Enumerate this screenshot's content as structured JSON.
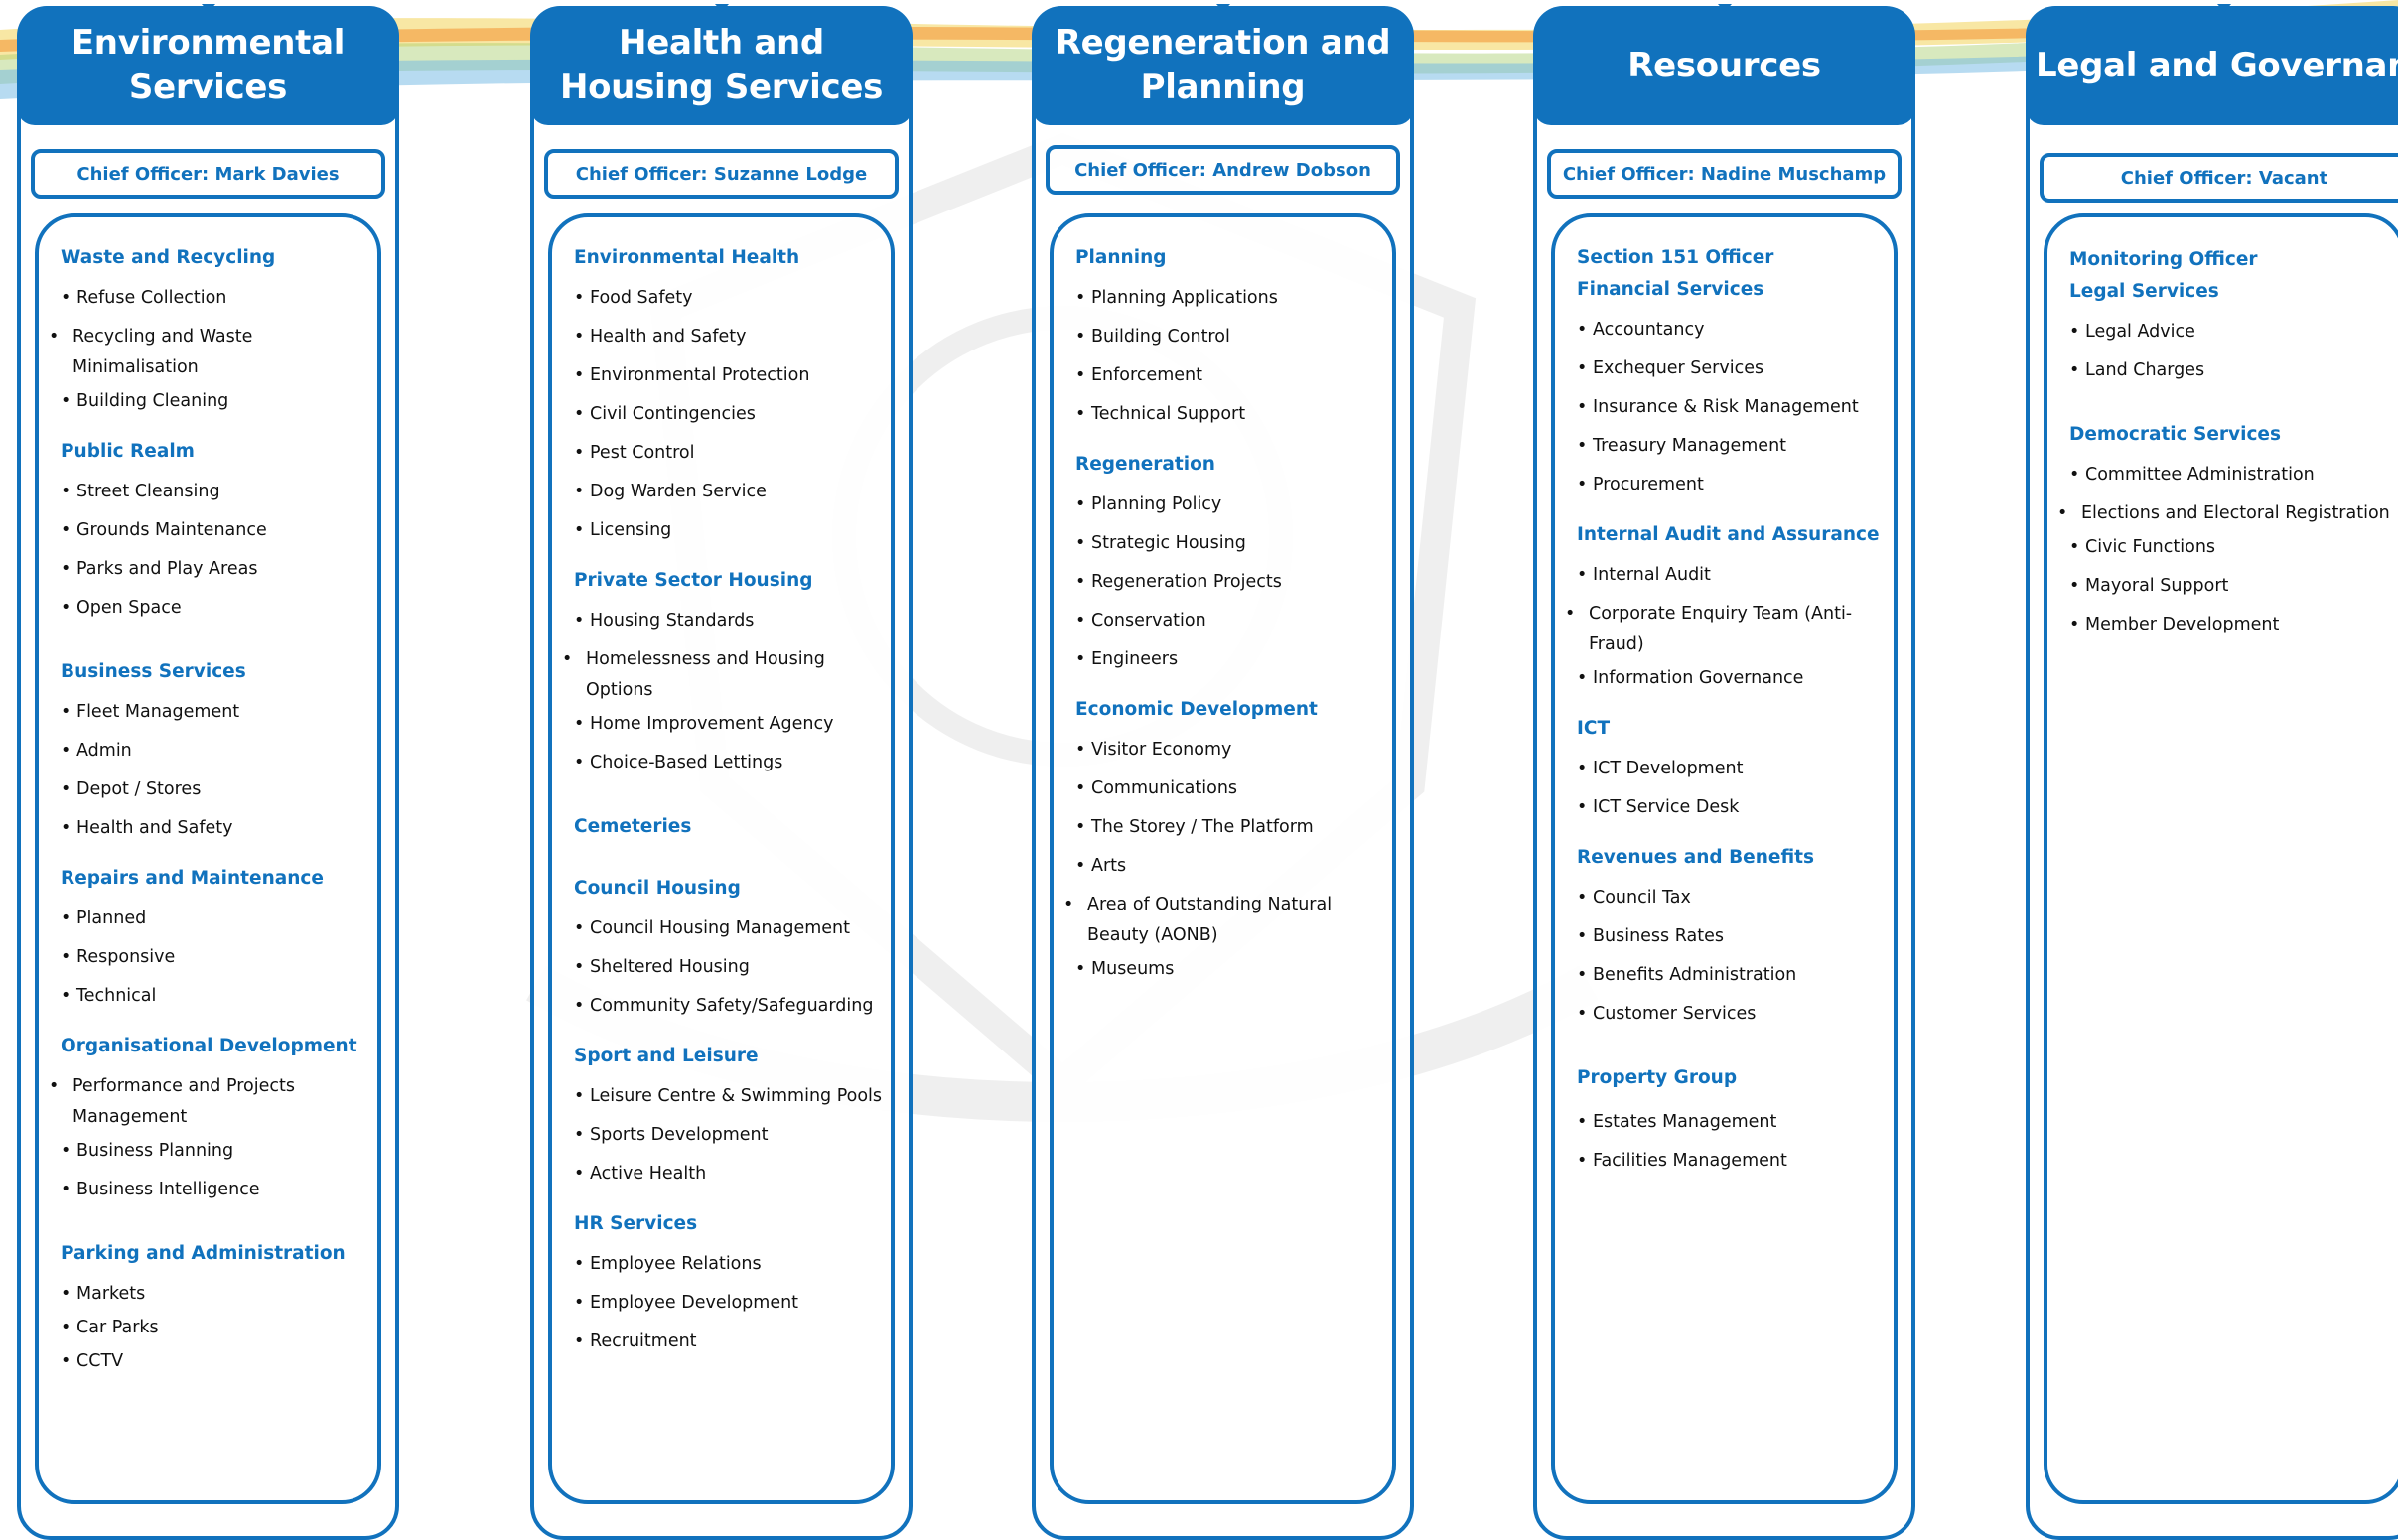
{
  "colors": {
    "accent": "#1172bd",
    "swoosh_orange": "#f39a3a",
    "swoosh_yellow": "#f2d45a",
    "swoosh_green": "#a8cf6e",
    "swoosh_blue": "#6fb7e4"
  },
  "columns": [
    {
      "title": "Environmental Services",
      "officer": "Chief Officer: Mark Davies",
      "sections": [
        {
          "title": "Waste and Recycling",
          "items": [
            "Refuse Collection",
            "Recycling and Waste Minimalisation",
            "Building Cleaning"
          ]
        },
        {
          "title": "Public Realm",
          "items": [
            "Street Cleansing",
            "Grounds Maintenance",
            "Parks and Play Areas",
            "Open Space"
          ]
        },
        {
          "title": "Business Services",
          "items": [
            "Fleet Management",
            "Admin",
            "Depot / Stores",
            "Health and Safety"
          ]
        },
        {
          "title": "Repairs and Maintenance",
          "items": [
            "Planned",
            "Responsive",
            "Technical"
          ]
        },
        {
          "title": "Organisational Development",
          "items": [
            "Performance and Projects Management",
            "Business Planning",
            "Business Intelligence"
          ]
        },
        {
          "title": "Parking and Administration",
          "items": [
            "Markets",
            "Car Parks",
            "CCTV"
          ]
        }
      ]
    },
    {
      "title": "Health and Housing Services",
      "officer": "Chief Officer: Suzanne Lodge",
      "sections": [
        {
          "title": "Environmental Health",
          "items": [
            "Food Safety",
            "Health and Safety",
            "Environmental Protection",
            "Civil Contingencies",
            "Pest Control",
            "Dog Warden Service",
            "Licensing"
          ]
        },
        {
          "title": "Private Sector Housing",
          "items": [
            "Housing Standards",
            "Homelessness and Housing Options",
            "Home Improvement Agency",
            "Choice-Based Lettings"
          ]
        },
        {
          "title": "Cemeteries",
          "items": []
        },
        {
          "title": "Council Housing",
          "items": [
            "Council Housing Management",
            "Sheltered Housing",
            "Community Safety/Safeguarding"
          ]
        },
        {
          "title": "Sport and Leisure",
          "items": [
            "Leisure Centre & Swimming Pools",
            "Sports Development",
            "Active Health"
          ]
        },
        {
          "title": "HR Services",
          "items": [
            "Employee Relations",
            "Employee Development",
            "Recruitment"
          ]
        }
      ]
    },
    {
      "title": "Regeneration and Planning",
      "officer": "Chief Officer: Andrew Dobson",
      "sections": [
        {
          "title": "Planning",
          "items": [
            "Planning Applications",
            "Building Control",
            "Enforcement",
            "Technical Support"
          ]
        },
        {
          "title": "Regeneration",
          "items": [
            "Planning Policy",
            "Strategic Housing",
            "Regeneration Projects",
            "Conservation",
            "Engineers"
          ]
        },
        {
          "title": "Economic Development",
          "items": [
            "Visitor Economy",
            "Communications",
            "The Storey / The Platform",
            "Arts",
            "Area of Outstanding Natural Beauty (AONB)",
            "Museums"
          ]
        }
      ]
    },
    {
      "title": "Resources",
      "officer": "Chief Officer: Nadine Muschamp",
      "sections": [
        {
          "title": "Section 151 Officer",
          "items": []
        },
        {
          "title": "Financial Services",
          "items": [
            "Accountancy",
            "Exchequer Services",
            "Insurance & Risk Management",
            "Treasury Management",
            "Procurement"
          ]
        },
        {
          "title": "Internal Audit and Assurance",
          "items": [
            "Internal Audit",
            "Corporate Enquiry Team (Anti-Fraud)",
            "Information Governance"
          ]
        },
        {
          "title": "ICT",
          "items": [
            "ICT Development",
            "ICT Service Desk"
          ]
        },
        {
          "title": "Revenues and Benefits",
          "items": [
            "Council Tax",
            "Business Rates",
            "Benefits Administration",
            "Customer Services"
          ]
        },
        {
          "title": "Property Group",
          "items": [
            "Estates Management",
            "Facilities Management"
          ]
        }
      ]
    },
    {
      "title": "Legal and Governance",
      "officer": "Chief Officer: Vacant",
      "sections": [
        {
          "title": "Monitoring Officer",
          "items": []
        },
        {
          "title": "Legal Services",
          "items": [
            "Legal Advice",
            "Land Charges"
          ]
        },
        {
          "title": "Democratic Services",
          "items": [
            "Committee Administration",
            "Elections and Electoral Registration",
            "Civic Functions",
            "Mayoral Support",
            "Member Development"
          ]
        }
      ]
    }
  ]
}
